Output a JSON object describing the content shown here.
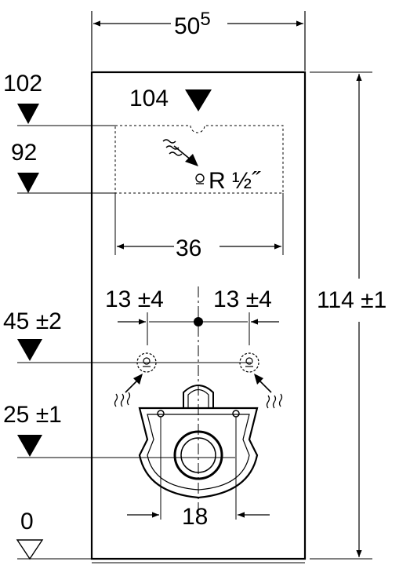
{
  "dimensions": {
    "width_top": {
      "main": "50",
      "sup": "5"
    },
    "depth_connection": "104",
    "height_supply_top": "102",
    "height_supply_bottom": "92",
    "supply_thread": "R ½˝",
    "supply_box_width": "36",
    "left_offset": "13 ±4",
    "right_offset": "13 ±4",
    "total_height": "114 ±1",
    "height_bolts": "45 ±2",
    "height_pan": "25 ±1",
    "pan_bolt_spacing": "18",
    "floor_level": "0"
  },
  "colors": {
    "line": "#000000",
    "background": "#ffffff"
  }
}
